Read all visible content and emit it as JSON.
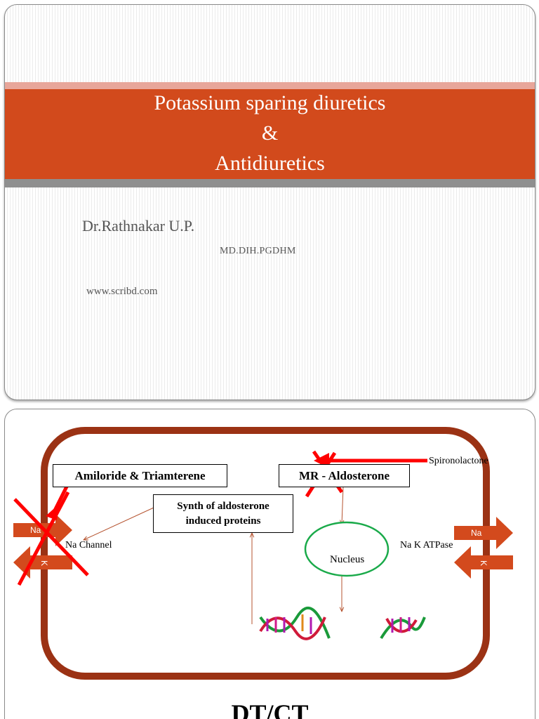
{
  "slide1": {
    "title_line1": "Potassium sparing diuretics",
    "title_line2": "&",
    "title_line3": "Antidiuretics",
    "author": "Dr.Rathnakar U.P.",
    "degree": "MD.DIH.PGDHM",
    "website": "www.scribd.com",
    "colors": {
      "title_band": "#d24a1c",
      "pink_strip": "#e8a69a",
      "grey_strip": "#8f8f8f",
      "text": "#555555"
    }
  },
  "slide2": {
    "drug_box_left": "Amiloride & Triamterene",
    "receptor_box": "MR - Aldosterone",
    "proteins_box_line1": "Synth  of aldosterone",
    "proteins_box_line2": "induced proteins",
    "spironolactone": "Spironolactone",
    "na_channel": "Na Channel",
    "na_k_atpase": "Na K ATPase",
    "nucleus": "Nucleus",
    "left_arrow_na": "Na",
    "left_arrow_k": "K",
    "right_arrow_na": "Na",
    "right_arrow_k": "K",
    "bottom_title": "DT/CT",
    "colors": {
      "cell_border": "#9b3214",
      "arrow_fill": "#d34a1d",
      "block_red": "#ff0000",
      "nucleus_green": "#1aaa4a"
    }
  }
}
